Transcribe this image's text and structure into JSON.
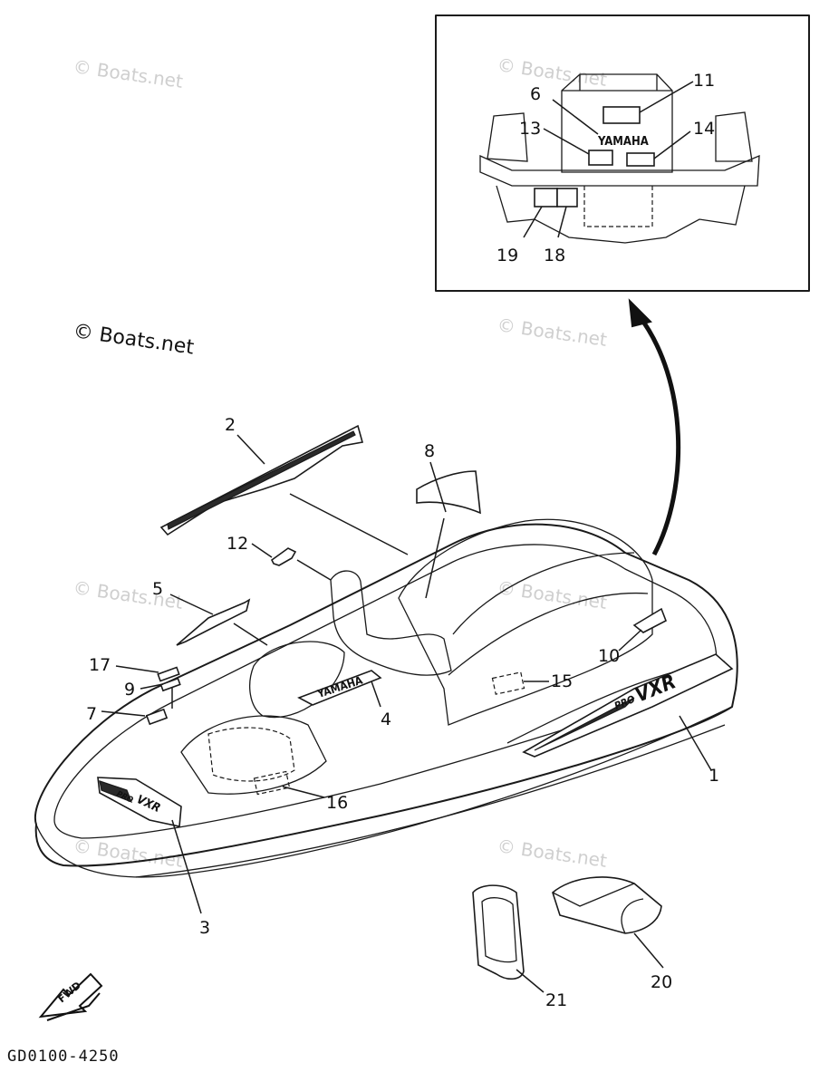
{
  "diagram": {
    "watermark": "© Boats.net",
    "drawing_code": "GD0100-4250",
    "brand_decal_text": "YAMAHA",
    "model_decal_text": "VXR",
    "model_prefix_text": "PRO",
    "direction_label": "FWD",
    "callouts": [
      "1",
      "2",
      "3",
      "4",
      "5",
      "6",
      "7",
      "8",
      "9",
      "10",
      "11",
      "12",
      "13",
      "14",
      "15",
      "16",
      "17",
      "18",
      "19",
      "20",
      "21"
    ]
  }
}
